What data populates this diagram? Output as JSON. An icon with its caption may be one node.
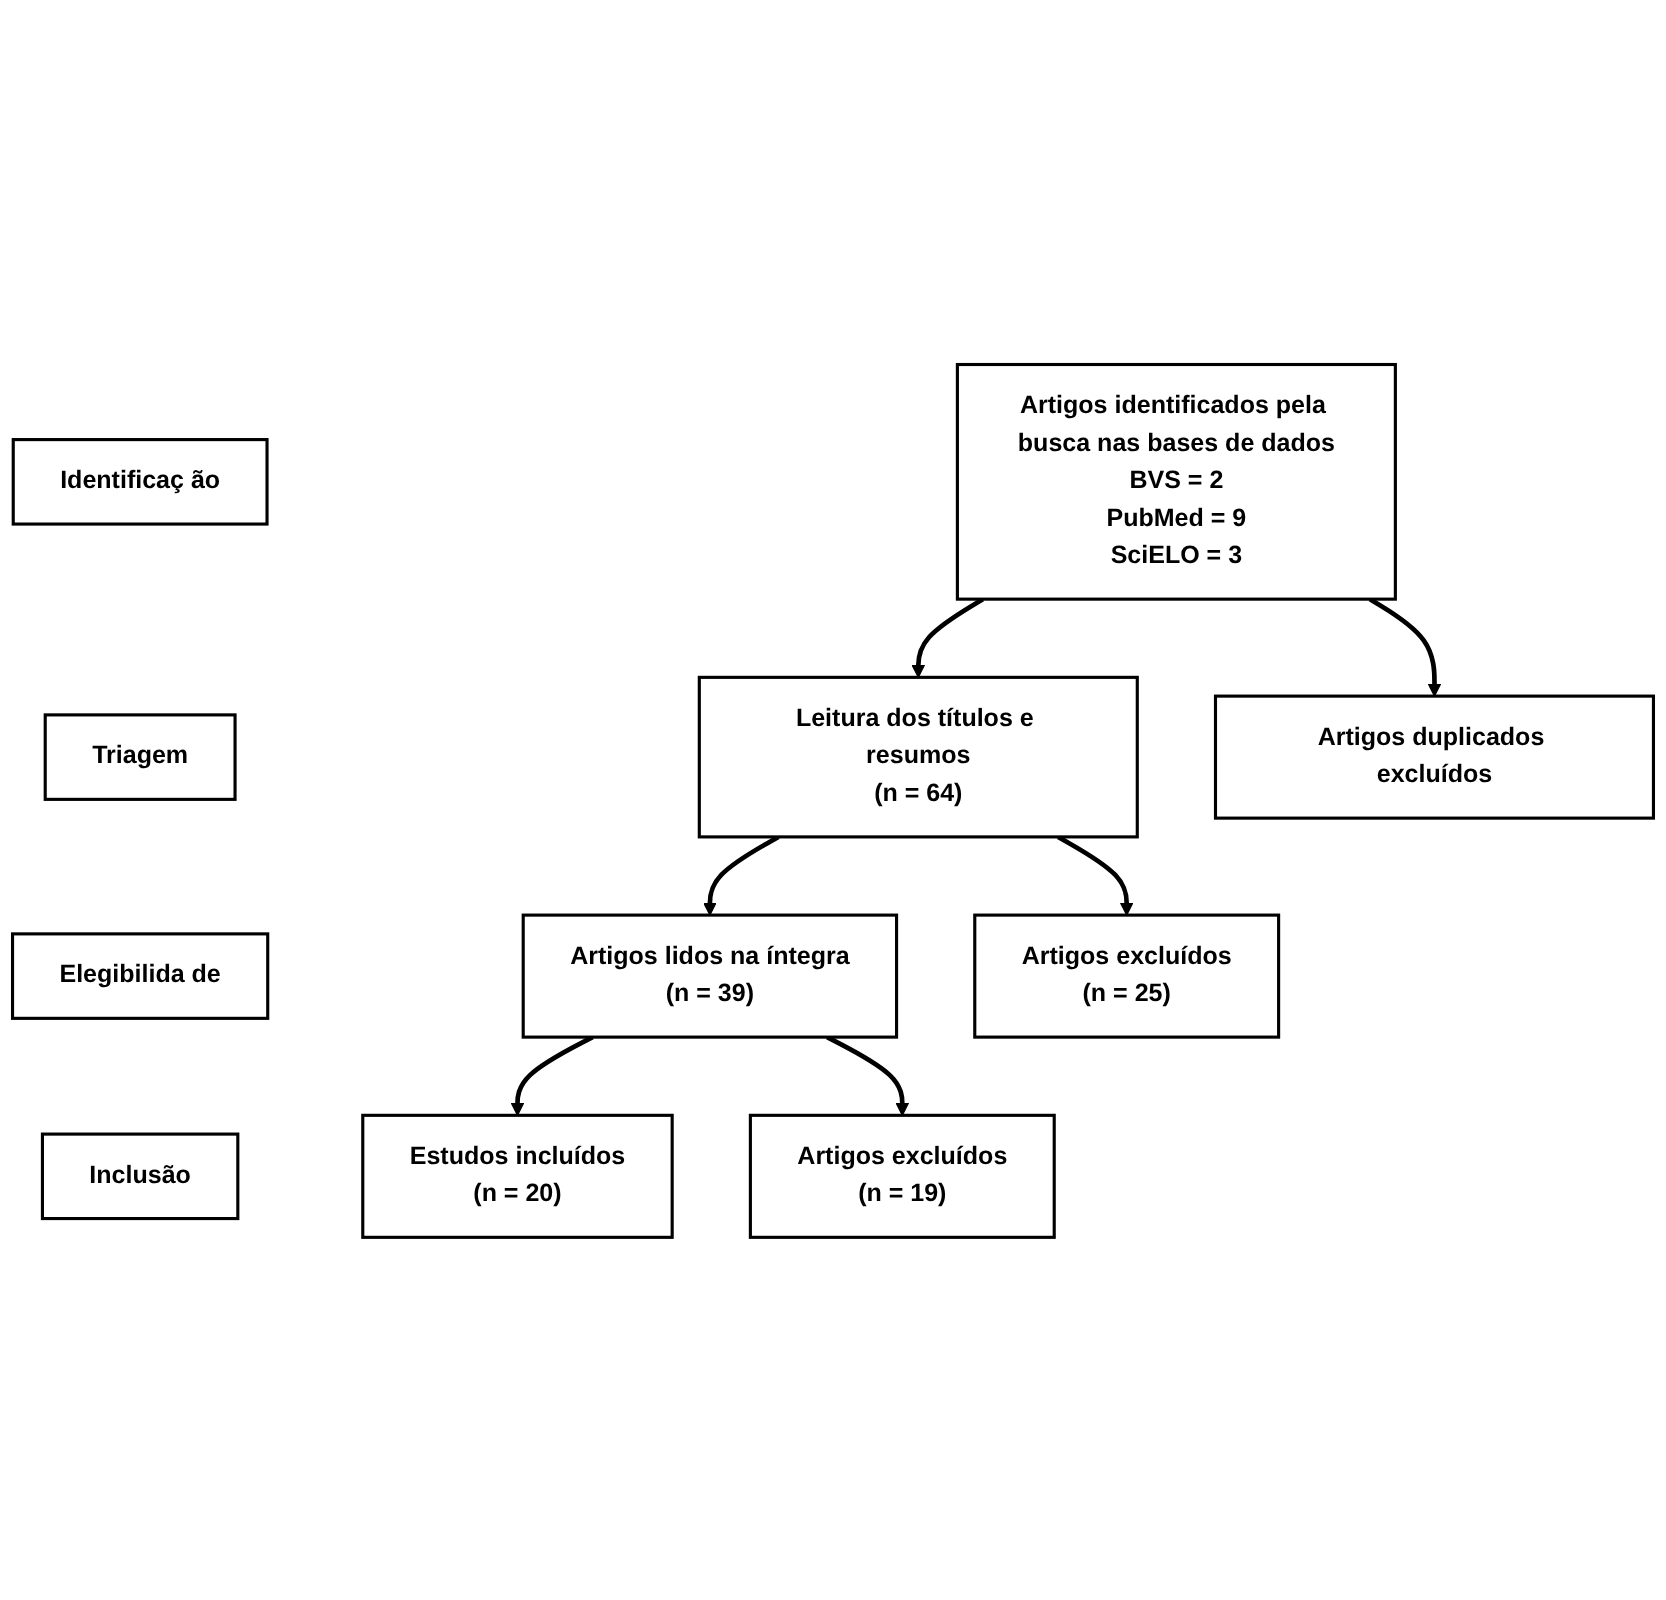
{
  "diagram": {
    "nodes": [
      {
        "text": [
          "Identificaç ão"
        ]
      },
      {
        "text": [
          "Artigos identificados pela busca nas bases de dados",
          "BVS = 2",
          "PubMed = 9",
          "SciELO = 3"
        ]
      },
      {
        "text": [
          "Triagem"
        ]
      },
      {
        "text": [
          "Artigos duplicados excluídos"
        ]
      },
      {
        "text": [
          "Leitura dos títulos e resumos",
          "(n = 64)"
        ]
      },
      {
        "text": [
          "Artigos excluídos",
          "(n = 25)"
        ]
      },
      {
        "text": [
          "Elegibilida de"
        ]
      },
      {
        "text": [
          "Artigos lidos na íntegra",
          "(n = 39)"
        ]
      },
      {
        "text": [
          "Artigos excluídos",
          "(n = 19)"
        ]
      },
      {
        "text": [
          "Inclusão"
        ]
      },
      {
        "text": [
          "Estudos incluídos",
          "(n = 20)"
        ]
      }
    ],
    "edges": [
      {
        "from": 1,
        "to": 4,
        "arrow": "to"
      },
      {
        "from": 1,
        "to": 3,
        "arrow": "to"
      },
      {
        "from": 4,
        "to": 7,
        "arrow": "to"
      },
      {
        "from": 4,
        "to": 5,
        "arrow": "to"
      },
      {
        "from": 7,
        "to": 10,
        "arrow": "to"
      },
      {
        "from": 7,
        "to": 8,
        "arrow": "to"
      }
    ]
  }
}
